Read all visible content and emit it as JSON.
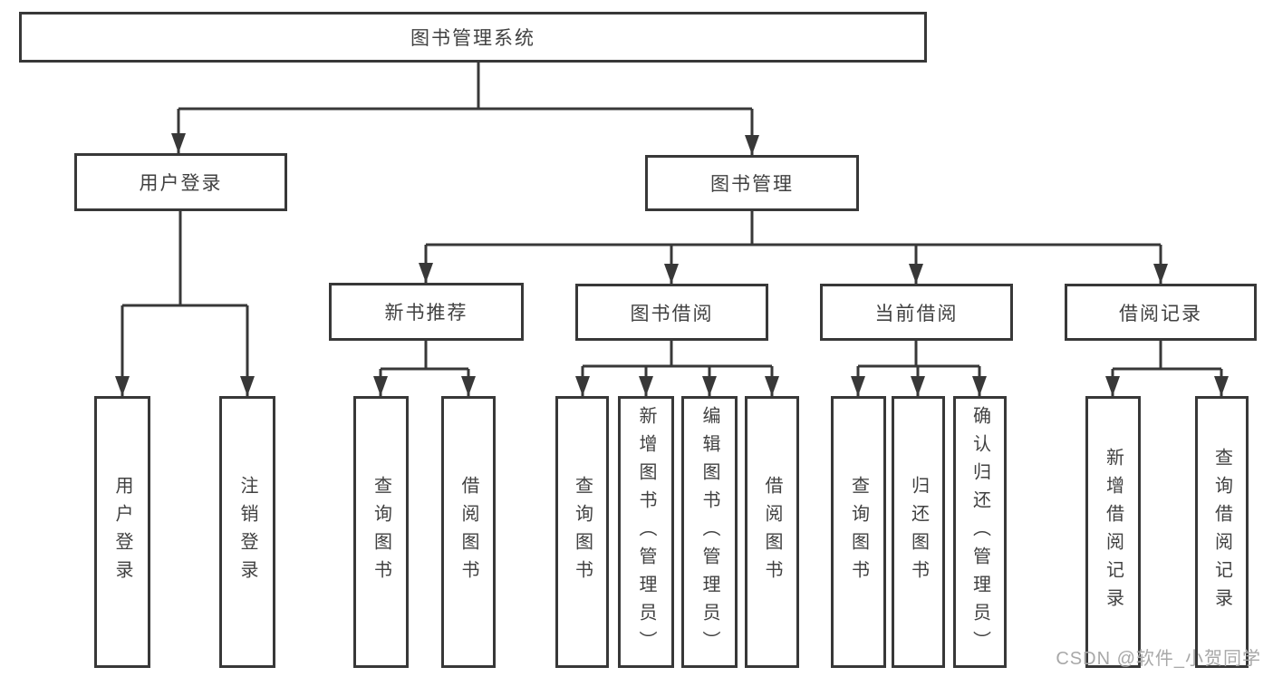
{
  "tree": {
    "label": "图书管理系统",
    "children": [
      {
        "label": "用户登录",
        "children": [
          {
            "label": "用户登录"
          },
          {
            "label": "注销登录"
          }
        ]
      },
      {
        "label": "图书管理",
        "children": [
          {
            "label": "新书推荐",
            "children": [
              {
                "label": "查询图书"
              },
              {
                "label": "借阅图书"
              }
            ]
          },
          {
            "label": "图书借阅",
            "children": [
              {
                "label": "查询图书"
              },
              {
                "label": "新增图书（管理员）"
              },
              {
                "label": "编辑图书（管理员）"
              },
              {
                "label": "借阅图书"
              }
            ]
          },
          {
            "label": "当前借阅",
            "children": [
              {
                "label": "查询图书"
              },
              {
                "label": "归还图书"
              },
              {
                "label": "确认归还（管理员）"
              }
            ]
          },
          {
            "label": "借阅记录",
            "children": [
              {
                "label": "新增借阅记录"
              },
              {
                "label": "查询借阅记录"
              }
            ]
          }
        ]
      }
    ]
  },
  "watermark": {
    "text": "CSDN @软件_小贺同学"
  },
  "colors": {
    "line": "#383838",
    "text": "#414141",
    "watermark": "#a8a8a8",
    "background": "#ffffff"
  }
}
